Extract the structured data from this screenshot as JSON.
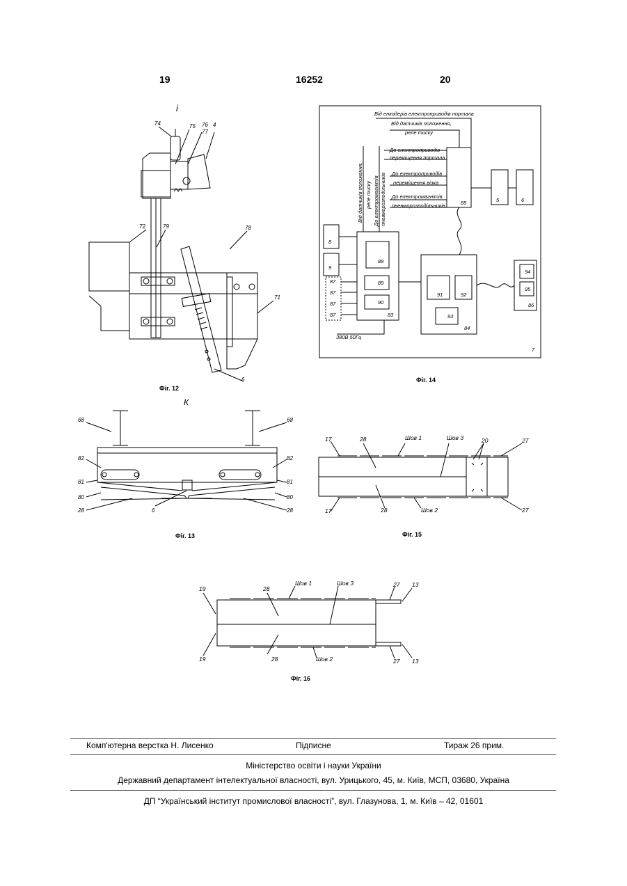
{
  "header": {
    "page_left": "19",
    "patent_number": "16252",
    "page_right": "20"
  },
  "fig12": {
    "caption": "Фіг. 12",
    "view_label": "і",
    "labels": [
      "74",
      "75",
      "76",
      "77",
      "4",
      "72",
      "79",
      "78",
      "71",
      "6"
    ]
  },
  "fig13": {
    "caption": "Фіг. 13",
    "view_label": "К",
    "labels": [
      "68",
      "68",
      "82",
      "82",
      "81",
      "81",
      "80",
      "80",
      "28",
      "28",
      "6"
    ]
  },
  "fig14": {
    "caption": "Фіг. 14",
    "corner_label": "7",
    "signals_in": [
      "Від енкодерів електроприводів портала",
      "Від датчиків положення,",
      "реле тиску"
    ],
    "signals_out": [
      "До електроприводів",
      "переміщення портала",
      "До електроприводів",
      "переміщення візка",
      "До електромагнітів",
      "пневморозподільників"
    ],
    "vertical_in": [
      "Від датчиків положення,",
      "реле тиску"
    ],
    "vertical_out": [
      "До електромагнітів",
      "пневморозподільників"
    ],
    "power": "380В 50Гц",
    "blocks": [
      "85",
      "5",
      "6",
      "8",
      "9",
      "88",
      "89",
      "90",
      "83",
      "87",
      "87",
      "87",
      "87",
      "91",
      "92",
      "93",
      "84",
      "94",
      "95",
      "86"
    ]
  },
  "fig15": {
    "caption": "Фіг. 15",
    "labels": [
      "17",
      "28",
      "Шов 1",
      "Шов 3",
      "20",
      "27",
      "17",
      "28",
      "Шов 2",
      "27"
    ]
  },
  "fig16": {
    "caption": "Фіг. 16",
    "labels": [
      "19",
      "28",
      "Шов 1",
      "Шов 3",
      "27",
      "13",
      "19",
      "28",
      "Шов 2",
      "27",
      "13"
    ]
  },
  "footer": {
    "layout": "Комп'ютерна верстка Н. Лисенко",
    "signed": "Підписне",
    "circulation": "Тираж 26 прим.",
    "ministry": "Міністерство освіти і науки України",
    "department": "Державний департамент інтелектуальної власності, вул. Урицького, 45, м. Київ, МСП, 03680, Україна",
    "institute": "ДП “Український інститут промислової власності”, вул. Глазунова, 1, м. Київ – 42, 01601"
  }
}
